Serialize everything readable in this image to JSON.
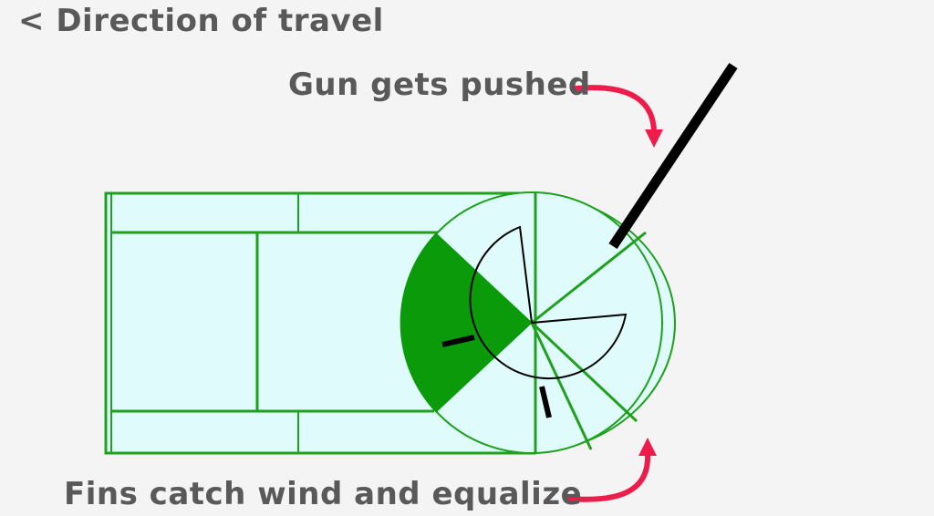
{
  "labels": {
    "direction": "< Direction of travel",
    "gun": "Gun gets pushed",
    "fins": "Fins catch wind and equalize"
  },
  "colors": {
    "background": "#f4f4f4",
    "body_fill": "#e0fbfb",
    "outline": "#1fa01f",
    "fin_fill": "#0a9a0a",
    "arrow": "#ee1c4a",
    "ink": "#000000",
    "text": "#595959"
  }
}
